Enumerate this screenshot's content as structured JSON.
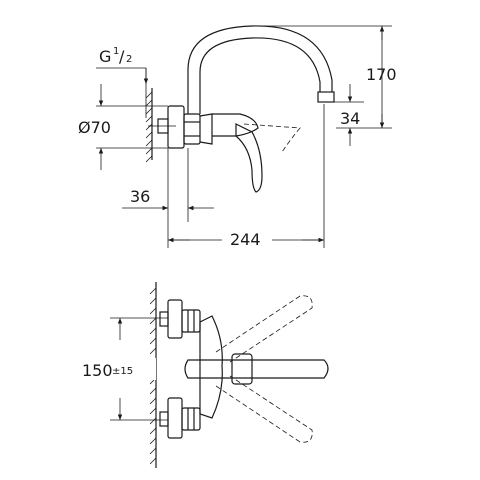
{
  "side_view": {
    "thread_label": "G",
    "thread_num": "1",
    "thread_slash": "/",
    "thread_den": "2",
    "diameter_label": "Ø70",
    "height_label": "170",
    "outlet_label": "34",
    "depth_label": "36",
    "reach_label": "244"
  },
  "front_view": {
    "centers_label": "150",
    "centers_tolerance": "±15"
  }
}
